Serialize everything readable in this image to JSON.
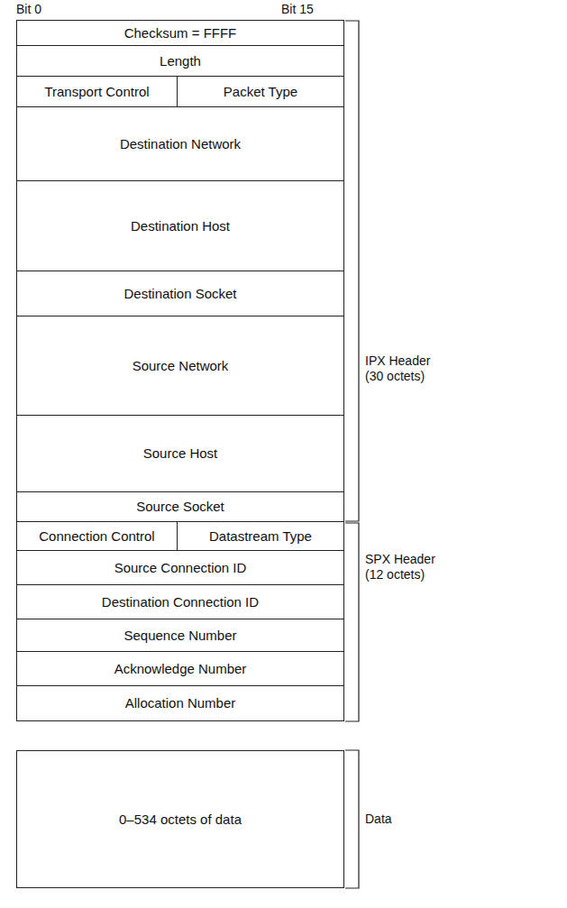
{
  "diagram": {
    "nodes": [
      {
        "text": [
          "Checksum = FFFF"
        ]
      },
      {
        "text": [
          "Length"
        ]
      },
      {
        "text": [
          "Transport Control"
        ]
      },
      {
        "text": [
          "Packet Type"
        ]
      },
      {
        "text": [
          "Destination Network"
        ]
      },
      {
        "text": [
          "Destination Host"
        ]
      },
      {
        "text": [
          "Destination Socket"
        ]
      },
      {
        "text": [
          "Source Network"
        ]
      },
      {
        "text": [
          "Source Host"
        ]
      },
      {
        "text": [
          "Source Socket"
        ]
      },
      {
        "text": [
          "Connection Control"
        ]
      },
      {
        "text": [
          "Datastream Type"
        ]
      },
      {
        "text": [
          "Source Connection ID"
        ]
      },
      {
        "text": [
          "Destination Connection ID"
        ]
      },
      {
        "text": [
          "Sequence Number"
        ]
      },
      {
        "text": [
          "Acknowledge Number"
        ]
      },
      {
        "text": [
          "Allocation Number"
        ]
      },
      {
        "text": [
          "0–534 octets of data"
        ]
      }
    ],
    "labels": [
      "Bit 0",
      "Bit 15",
      "IPX Header (30 octets)",
      "SPX Header (12 octets)",
      "Data"
    ]
  }
}
